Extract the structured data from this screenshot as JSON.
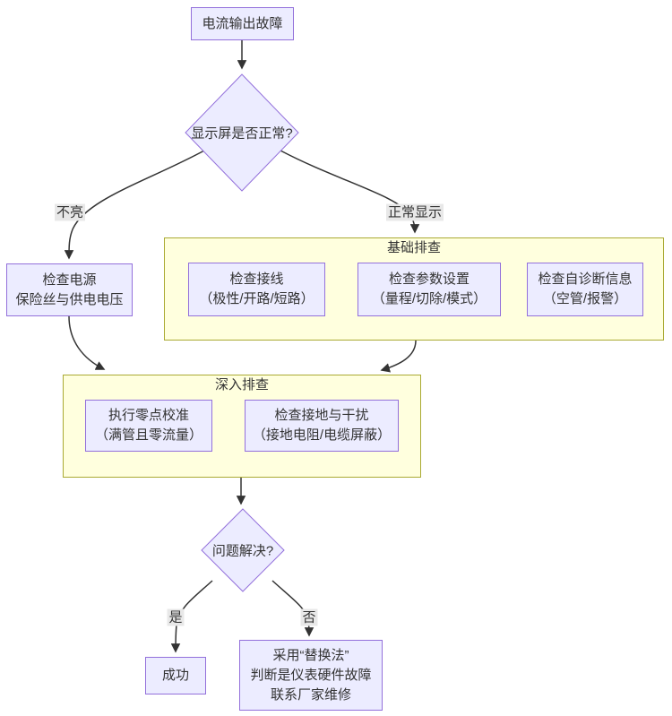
{
  "diagram": {
    "title_node": "电流输出故障",
    "nodes": {
      "start": "电流输出故障",
      "decision_display": "显示屏是否正常?",
      "check_power": {
        "line1": "检查电源",
        "line2": "保险丝与供电电压"
      },
      "check_wiring": {
        "line1": "检查接线",
        "line2": "（极性/开路/短路）"
      },
      "check_params": {
        "line1": "检查参数设置",
        "line2": "（量程/切除/模式）"
      },
      "check_diag": {
        "line1": "检查自诊断信息",
        "line2": "（空管/报警）"
      },
      "zero_cal": {
        "line1": "执行零点校准",
        "line2": "（满管且零流量）"
      },
      "grounding": {
        "line1": "检查接地与干扰",
        "line2": "（接地电阻/电缆屏蔽）"
      },
      "decision_solved": "问题解决?",
      "success": "成功",
      "replace": {
        "line1": "采用“替换法”",
        "line2": "判断是仪表硬件故障",
        "line3": "联系厂家维修"
      }
    },
    "subgraphs": {
      "basic": "基础排查",
      "deep": "深入排查"
    },
    "edge_labels": {
      "not_lit": "不亮",
      "normal": "正常显示",
      "yes": "是",
      "no": "否"
    },
    "colors": {
      "node_fill": "#ECECFF",
      "node_border": "#9370DB",
      "cluster_fill": "#FFFFDE",
      "cluster_border": "#AAAA33",
      "edge_line": "#333333",
      "edge_label_bg": "#E8E8E8",
      "text": "#333333"
    }
  }
}
